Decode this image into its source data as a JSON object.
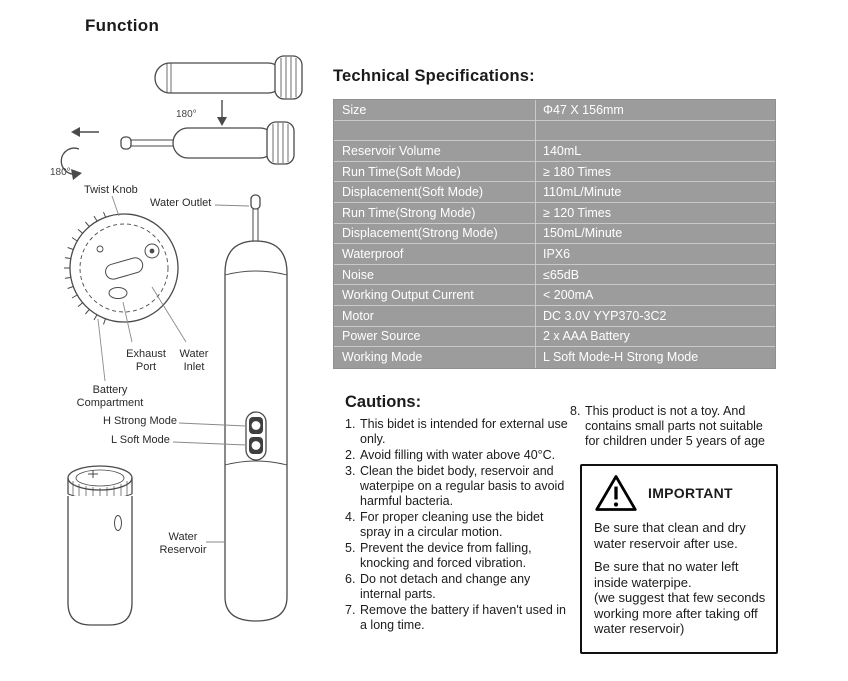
{
  "page": {
    "function_title": "Function"
  },
  "colors": {
    "table_row_bg": "#9c9c9c",
    "table_text": "#ffffff",
    "table_border": "#c9c9c9",
    "ink": "#1b1b1b"
  },
  "specs": {
    "title": "Technical Specifications:",
    "rows": [
      {
        "label": "Size",
        "value": "Φ47 X 156mm"
      },
      {
        "label": "",
        "value": ""
      },
      {
        "label": "Reservoir Volume",
        "value": "140mL"
      },
      {
        "label": "Run Time(Soft Mode)",
        "value": "≥ 180  Times"
      },
      {
        "label": "Displacement(Soft Mode)",
        "value": "110mL/Minute"
      },
      {
        "label": "Run Time(Strong Mode)",
        "value": "≥ 120 Times"
      },
      {
        "label": "Displacement(Strong Mode)",
        "value": "150mL/Minute"
      },
      {
        "label": "Waterproof",
        "value": "IPX6"
      },
      {
        "label": "Noise",
        "value": "≤65dB"
      },
      {
        "label": "Working Output Current",
        "value": "< 200mA"
      },
      {
        "label": "Motor",
        "value": "DC 3.0V  YYP370-3C2"
      },
      {
        "label": "Power Source",
        "value": "2 x AAA Battery"
      },
      {
        "label": "Working Mode",
        "value": "L Soft Mode-H Strong Mode"
      }
    ]
  },
  "cautions": {
    "title": "Cautions:",
    "items": [
      {
        "num": "1.",
        "text": "This bidet is intended for external use only."
      },
      {
        "num": "2.",
        "text": "Avoid filling with water above 40°C."
      },
      {
        "num": "3.",
        "text": "Clean the bidet body, reservoir and waterpipe on a regular basis to avoid harmful bacteria."
      },
      {
        "num": "4.",
        "text": "For proper cleaning use the bidet spray in a circular motion."
      },
      {
        "num": "5.",
        "text": "Prevent the device from falling, knocking and forced vibration."
      },
      {
        "num": "6.",
        "text": "Do not detach and change any internal parts."
      },
      {
        "num": "7.",
        "text": "Remove the battery if haven't used in a long time."
      }
    ],
    "item8": {
      "num": "8.",
      "text": "This product is not a toy. And contains small parts not suitable for children under 5 years of age"
    }
  },
  "important": {
    "title": "IMPORTANT",
    "lines": [
      "Be sure that clean and dry water reservoir after use.",
      "Be sure that no water left inside waterpipe.",
      "(we suggest that few seconds working more after taking off water reservoir)"
    ]
  },
  "diagram": {
    "labels": {
      "rotate_top": "180°",
      "rotate_left": "180°",
      "twist_knob": "Twist Knob",
      "water_outlet": "Water Outlet",
      "exhaust_port": "Exhaust Port",
      "water_inlet": "Water Inlet",
      "battery_compartment": "Battery Compartment",
      "h_strong_mode": "H  Strong Mode",
      "l_soft_mode": "L  Soft Mode",
      "water_reservoir": "Water Reservoir"
    }
  }
}
